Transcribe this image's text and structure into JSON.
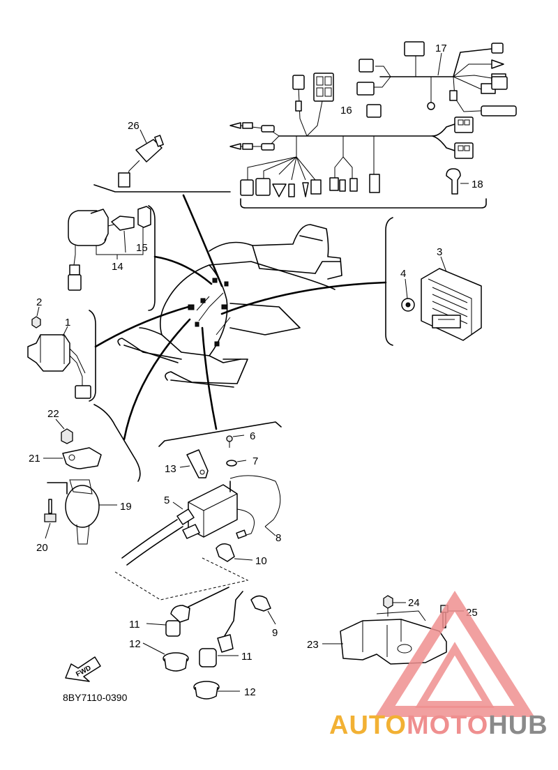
{
  "diagram": {
    "drawing_code": "8BY7110-0390",
    "direction_badge": "FWD",
    "callouts": {
      "c1": "1",
      "c2": "2",
      "c3": "3",
      "c4": "4",
      "c5": "5",
      "c6": "6",
      "c7": "7",
      "c8": "8",
      "c9": "9",
      "c10": "10",
      "c11a": "11",
      "c11b": "11",
      "c12a": "12",
      "c12b": "12",
      "c13": "13",
      "c14": "14",
      "c15": "15",
      "c16": "16",
      "c17": "17",
      "c18": "18",
      "c19": "19",
      "c20": "20",
      "c21": "21",
      "c22": "22",
      "c23": "23",
      "c24": "24",
      "c25": "25",
      "c26": "26"
    }
  },
  "watermark": {
    "part1": "AUTO",
    "part2": "MOTO",
    "part3": "HUB",
    "colors": {
      "auto": "#f2b134",
      "moto": "#ef8f8f",
      "hub": "#8a8a8a"
    }
  }
}
